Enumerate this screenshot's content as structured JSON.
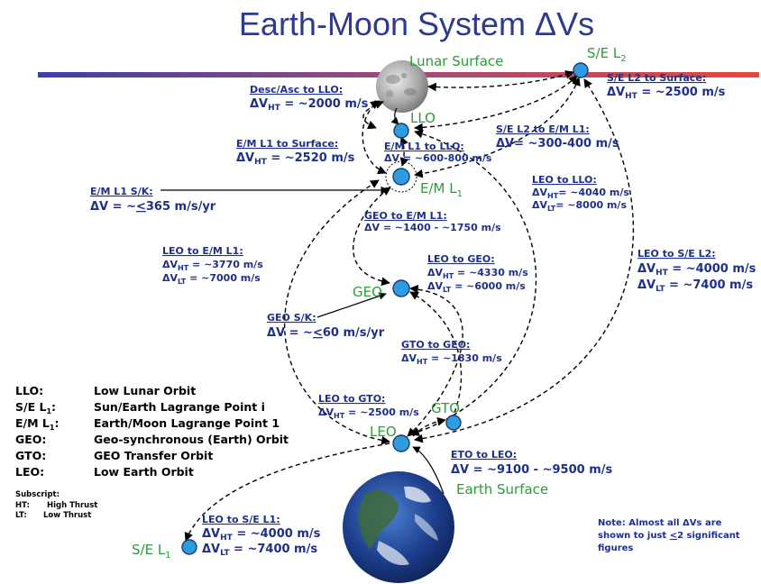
{
  "title": "Earth-Moon System ΔVs",
  "nodes": {
    "lunar_surface": "Lunar Surface",
    "se_l2": "S/E L",
    "se_l2_sub": "2",
    "llo": "LLO",
    "em_l1": "E/M L",
    "em_l1_sub": "1",
    "geo": "GEO",
    "gto": "GTO",
    "leo": "LEO",
    "earth_surface": "Earth Surface",
    "se_l1": "S/E L",
    "se_l1_sub": "1"
  },
  "transfers": {
    "desc_asc_llo": {
      "label": "Desc/Asc to LLO:",
      "l1": "ΔV",
      "l1_sub": "HT",
      "l1_val": " = ~2000 m/s"
    },
    "se_l2_surface": {
      "label": "S/E L2 to Surface:",
      "l1": "ΔV",
      "l1_sub": "HT",
      "l1_val": " = ~2500 m/s"
    },
    "em_l1_surface": {
      "label": "E/M L1 to Surface:",
      "l1": "ΔV",
      "l1_sub": "HT",
      "l1_val": " = ~2520 m/s"
    },
    "em_l1_llo": {
      "label": "E/M L1 to LLO:",
      "l1": "ΔV = ~600-800 m/s"
    },
    "se_l2_em_l1": {
      "label": "S/E L2 to E/M L1:",
      "l1": "ΔV= ~300-400 m/s"
    },
    "em_l1_sk": {
      "label": "E/M L1 S/K:",
      "l1_pre": "ΔV = ~",
      "l1_u": "<",
      "l1_post": "365 m/s/yr"
    },
    "leo_llo": {
      "label": "LEO to LLO:",
      "l1": "ΔV",
      "l1_sub": "HT",
      "l1_val": "= ~4040 m/s",
      "l2": "ΔV",
      "l2_sub": "LT",
      "l2_val": "= ~8000 m/s"
    },
    "geo_em_l1": {
      "label": "GEO to E/M L1:",
      "l1": "ΔV = ~1400 - ~1750 m/s"
    },
    "leo_em_l1": {
      "label": "LEO to E/M L1:",
      "l1": "ΔV",
      "l1_sub": "HT",
      "l1_val": " = ~3770 m/s",
      "l2": "ΔV",
      "l2_sub": "LT",
      "l2_val": " = ~7000 m/s"
    },
    "leo_geo": {
      "label": "LEO to GEO:",
      "l1": "ΔV",
      "l1_sub": "HT",
      "l1_val": " = ~4330 m/s",
      "l2": "ΔV",
      "l2_sub": "LT",
      "l2_val": " = ~6000 m/s"
    },
    "leo_se_l2": {
      "label": "LEO to S/E L2:",
      "l1": "ΔV",
      "l1_sub": "HT",
      "l1_val": " = ~4000 m/s",
      "l2": "ΔV",
      "l2_sub": "LT",
      "l2_val": " = ~7400 m/s"
    },
    "geo_sk": {
      "label": "GEO S/K:",
      "l1_pre": "ΔV = ~",
      "l1_u": "<",
      "l1_post": "60 m/s/yr"
    },
    "gto_geo": {
      "label": "GTO to GEO:",
      "l1": "ΔV",
      "l1_sub": "HT",
      "l1_val": " = ~1830 m/s"
    },
    "leo_gto": {
      "label": "LEO to GTO:",
      "l1": "ΔV",
      "l1_sub": "HT",
      "l1_val": " = ~2500 m/s"
    },
    "eto_leo": {
      "label": "ETO to LEO:",
      "l1": "ΔV = ~9100 - ~9500 m/s"
    },
    "leo_se_l1": {
      "label": "LEO to S/E L1:",
      "l1": "ΔV",
      "l1_sub": "HT",
      "l1_val": " = ~4000 m/s",
      "l2": "ΔV",
      "l2_sub": "LT",
      "l2_val": " = ~7400 m/s"
    }
  },
  "legend": [
    {
      "abbr": "LLO:",
      "desc": "Low Lunar Orbit"
    },
    {
      "abbr": "S/E L",
      "sub": "1",
      "suffix": ":",
      "desc": "Sun/Earth Lagrange Point i"
    },
    {
      "abbr": "E/M L",
      "sub": "1",
      "suffix": ":",
      "desc": "Earth/Moon Lagrange Point 1"
    },
    {
      "abbr": "GEO:",
      "desc": "Geo-synchronous (Earth) Orbit"
    },
    {
      "abbr": "GTO:",
      "desc": "GEO Transfer Orbit"
    },
    {
      "abbr": "LEO:",
      "desc": "Low Earth Orbit"
    }
  ],
  "subscript_legend": {
    "title": "Subscript:",
    "ht_abbr": "HT:",
    "ht_desc": "High Thrust",
    "lt_abbr": "LT:",
    "lt_desc": "Low Thrust"
  },
  "note": {
    "l1": "Note:  Almost all ΔVs are",
    "l2_pre": "shown to just ",
    "l2_u": "<",
    "l2_post": "2 significant",
    "l3": "figures"
  },
  "colors": {
    "title": "#2e3a8c",
    "green": "#2e9b3a",
    "label": "#1f2f8a",
    "node": "#2f9be0"
  }
}
